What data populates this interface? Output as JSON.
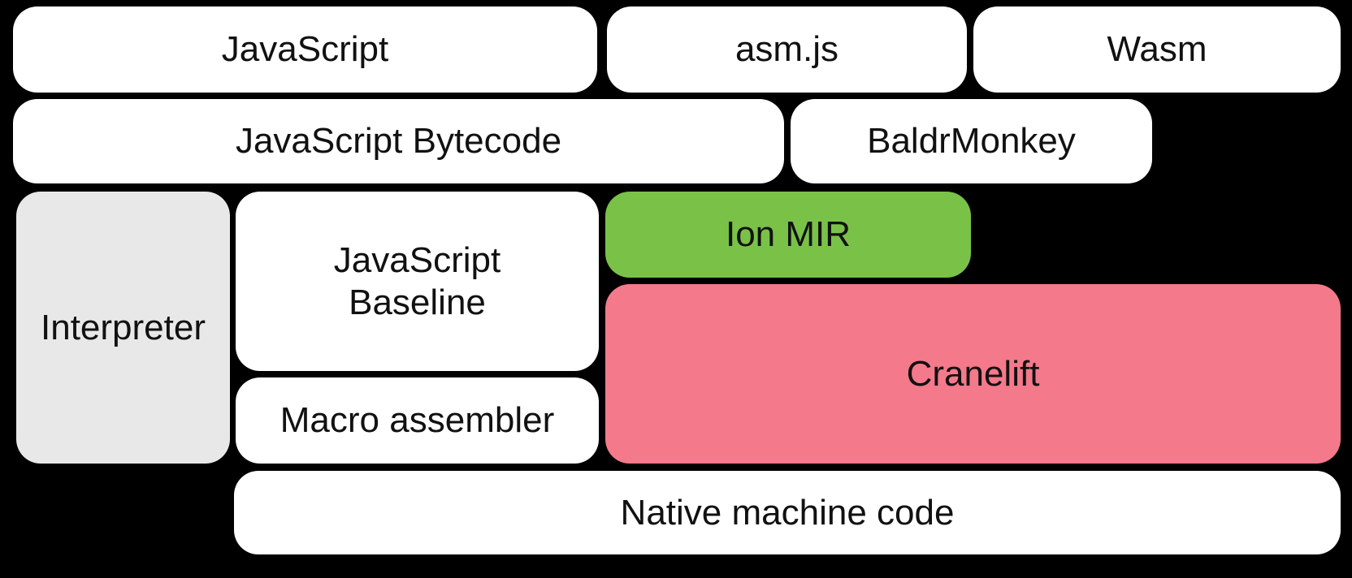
{
  "colors": {
    "background": "#000000",
    "box_white": "#ffffff",
    "interpreter_gray": "#e8e8e8",
    "ion_mir_green": "#79c247",
    "cranelift_pink": "#f4798b",
    "text": "#111111"
  },
  "boxes": [
    {
      "id": "javascript",
      "label": "JavaScript"
    },
    {
      "id": "asmjs",
      "label": "asm.js"
    },
    {
      "id": "wasm",
      "label": "Wasm"
    },
    {
      "id": "javascript-bytecode",
      "label": "JavaScript Bytecode"
    },
    {
      "id": "baldrmonkey",
      "label": "BaldrMonkey"
    },
    {
      "id": "interpreter",
      "label": "Interpreter"
    },
    {
      "id": "javascript-baseline",
      "label": "JavaScript Baseline"
    },
    {
      "id": "ion-mir",
      "label": "Ion MIR"
    },
    {
      "id": "cranelift",
      "label": "Cranelift"
    },
    {
      "id": "macro-assembler",
      "label": "Macro assembler"
    },
    {
      "id": "native-machine-code",
      "label": "Native machine code"
    }
  ]
}
